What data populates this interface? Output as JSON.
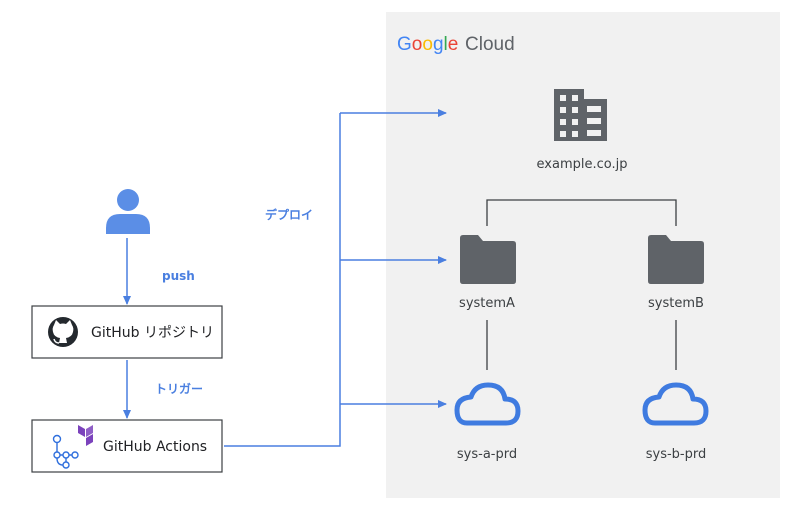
{
  "gc_logo": {
    "word1": "Google",
    "word2": "Cloud",
    "letters": [
      {
        "ch": "G",
        "color": "#4285F4"
      },
      {
        "ch": "o",
        "color": "#EA4335"
      },
      {
        "ch": "o",
        "color": "#FBBC05"
      },
      {
        "ch": "g",
        "color": "#4285F4"
      },
      {
        "ch": "l",
        "color": "#34A853"
      },
      {
        "ch": "e",
        "color": "#EA4335"
      }
    ],
    "cloud_color": "#5f6368"
  },
  "nodes": {
    "user": {
      "icon": "user-icon",
      "color": "#5b8ee6"
    },
    "github_repo": {
      "label": "GitHub リポジトリ",
      "icon": "github-icon"
    },
    "github_actions": {
      "label": "GitHub Actions",
      "icons": [
        "github-actions-icon",
        "terraform-icon"
      ]
    },
    "organization": {
      "label": "example.co.jp",
      "icon": "building-icon"
    },
    "folder_a": {
      "label": "systemA",
      "icon": "folder-icon"
    },
    "folder_b": {
      "label": "systemB",
      "icon": "folder-icon"
    },
    "project_a": {
      "label": "sys-a-prd",
      "icon": "cloud-icon"
    },
    "project_b": {
      "label": "sys-b-prd",
      "icon": "cloud-icon"
    }
  },
  "edges": {
    "push": "push",
    "trigger": "トリガー",
    "deploy": "デプロイ"
  },
  "colors": {
    "arrow": "#4a7fe0",
    "icon_gray": "#5f6368",
    "cloud_blue": "#3f7be0",
    "panel_bg": "#f1f1f1",
    "terraform_purple": "#7b42bc"
  }
}
